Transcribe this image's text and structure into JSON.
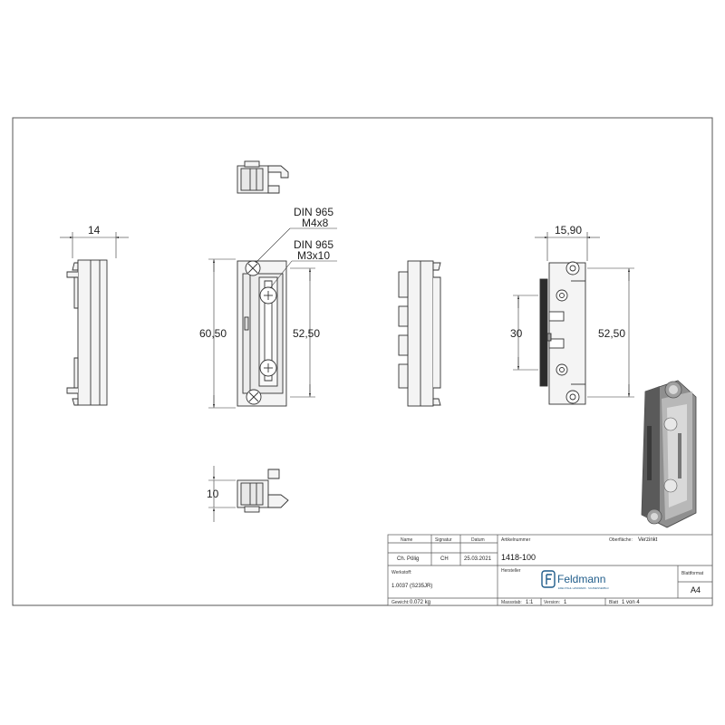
{
  "dimensions": {
    "width_side": "14",
    "height_total": "60,50",
    "hole_spacing_front": "52,50",
    "width_back": "15,90",
    "slot_height": "30",
    "hole_spacing_back": "52,50",
    "depth_bottom": "10"
  },
  "callouts": {
    "screw_1_standard": "DIN 965",
    "screw_1_size": "M4x8",
    "screw_2_standard": "DIN 965",
    "screw_2_size": "M3x10"
  },
  "title_block": {
    "headers": {
      "name": "Name",
      "signature": "Signatur",
      "date": "Datum",
      "article_number": "Artikelnummer",
      "surface": "Oberfläche:",
      "material": "Werkstoff:",
      "manufacturer": "Hersteller",
      "sheet_format": "Blattformat",
      "weight": "Gewicht:",
      "scale": "Massstab:",
      "version": "Version:",
      "sheet": "Blatt"
    },
    "name_value": "Ch. Pölig",
    "signature_value": "CH",
    "date_value": "25.03.2021",
    "article_value": "1418-100",
    "surface_value": "Verzinkt",
    "material_value": "1.0037 (S235JR)",
    "weight_value": "0.072 kg",
    "scale_value": "1:1",
    "version_value": "1",
    "sheet_value": "1 von 4",
    "format_value": "A4",
    "brand_name": "Feldmann",
    "brand_tagline": "EDELSTAHL HANDWERK · SCHWEISSERBAU"
  },
  "colors": {
    "line": "#2a2a2a",
    "part_fill": "#f4f4f4",
    "brand_blue": "#1f5c8a"
  }
}
